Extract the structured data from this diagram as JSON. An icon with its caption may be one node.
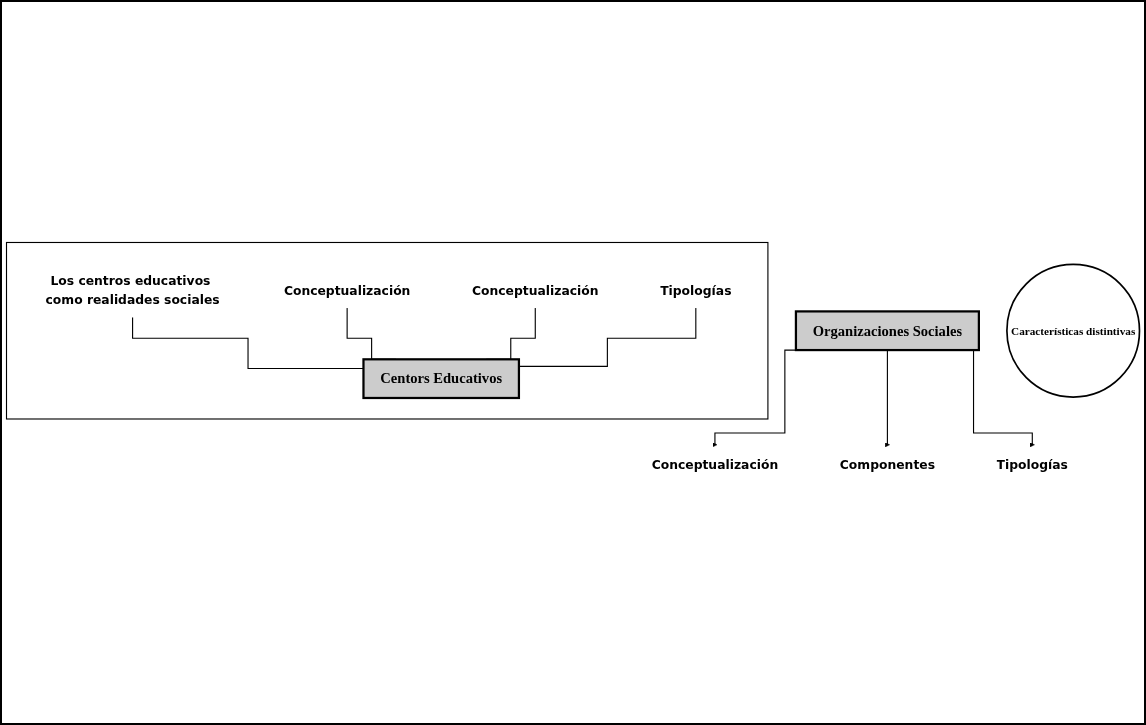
{
  "diagram": {
    "nodes": [
      {
        "text": [
          "Organizaciones Sociales"
        ]
      },
      {
        "text": [
          "Conceptualización"
        ]
      },
      {
        "text": [
          "Componentes"
        ]
      },
      {
        "text": [
          "Tipologías"
        ]
      },
      {
        "text": [
          "Características distintivas"
        ]
      },
      {
        "text": [],
        "shape": "box"
      },
      {
        "text": [
          "Los centros educativos como realidades sociales"
        ],
        "in": 5
      },
      {
        "text": [
          "Conceptualización"
        ],
        "in": 5
      },
      {
        "text": [
          "Conceptualización"
        ],
        "in": 5
      },
      {
        "text": [
          "Tipologías"
        ],
        "in": 5
      },
      {
        "text": [
          "Centors Educativos"
        ],
        "in": 5
      }
    ],
    "edges": [
      {
        "from": 0,
        "to": 1,
        "arrow": "to"
      },
      {
        "from": 0,
        "to": 2,
        "arrow": "to"
      },
      {
        "from": 0,
        "to": 3,
        "arrow": "to"
      },
      {
        "from": 10,
        "to": 6,
        "arrow": "none"
      },
      {
        "from": 10,
        "to": 7,
        "arrow": "none"
      },
      {
        "from": 10,
        "to": 8,
        "arrow": "none"
      },
      {
        "from": 10,
        "to": 9,
        "arrow": "none"
      }
    ]
  }
}
